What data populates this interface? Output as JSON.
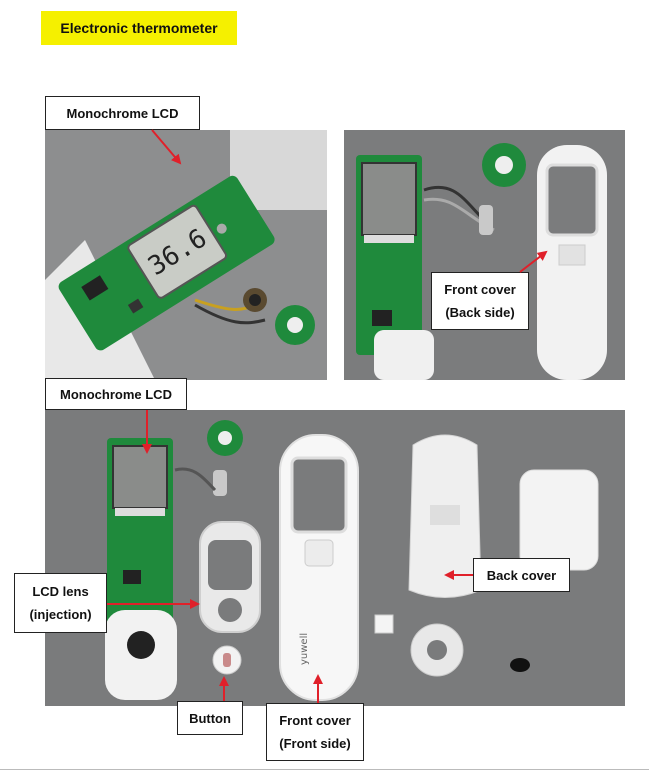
{
  "title": "Electronic thermometer",
  "lcd_reading": "36.6",
  "labels": {
    "lcd_top": "Monochrome LCD",
    "front_back": [
      "Front cover",
      "(Back side)"
    ],
    "lcd_mid": "Monochrome LCD",
    "lcd_lens": [
      "LCD lens",
      "(injection)"
    ],
    "back_cover": "Back cover",
    "button": "Button",
    "front_front": [
      "Front cover",
      "(Front side)"
    ]
  },
  "logo_text": "yuwell",
  "colors": {
    "highlight": "#f5f000",
    "arrow": "#e0202a",
    "pcb": "#1f8a3c",
    "background": "#7d7f80"
  }
}
